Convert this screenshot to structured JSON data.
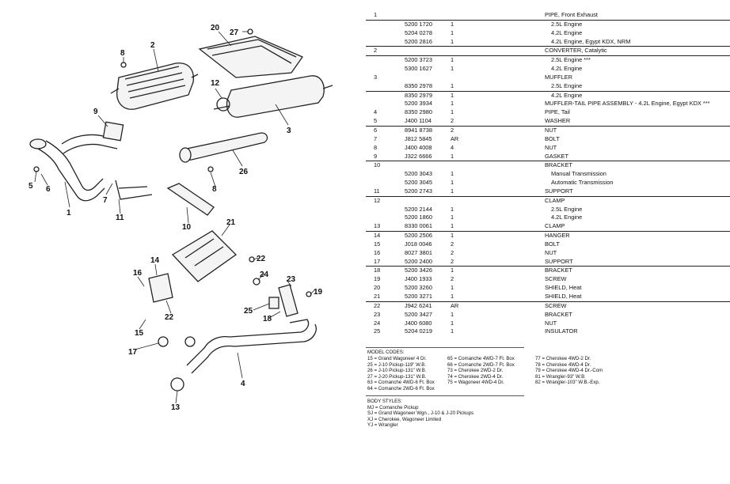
{
  "diagram": {
    "callouts": [
      "1",
      "2",
      "3",
      "4",
      "5",
      "6",
      "7",
      "8",
      "8",
      "9",
      "10",
      "11",
      "12",
      "13",
      "14",
      "15",
      "16",
      "17",
      "18",
      "19",
      "20",
      "21",
      "22",
      "22",
      "23",
      "24",
      "25",
      "26",
      "27"
    ]
  },
  "parts": [
    {
      "item": "1",
      "pn": "",
      "qty": "",
      "desc": "PIPE, Front Exhaust",
      "indent": 0,
      "rule": false
    },
    {
      "item": "",
      "pn": "5200 1720",
      "qty": "1",
      "desc": "2.5L Engine",
      "indent": 1,
      "rule": true
    },
    {
      "item": "",
      "pn": "5204 0278",
      "qty": "1",
      "desc": "4.2L Engine",
      "indent": 1,
      "rule": false
    },
    {
      "item": "",
      "pn": "5200 2816",
      "qty": "1",
      "desc": "4.2L Engine, Egypt KDX, NRM",
      "indent": 1,
      "rule": false
    },
    {
      "item": "2",
      "pn": "",
      "qty": "",
      "desc": "CONVERTER, Catalytic",
      "indent": 0,
      "rule": true
    },
    {
      "item": "",
      "pn": "5200 3723",
      "qty": "1",
      "desc": "2.5L Engine ***",
      "indent": 1,
      "rule": true
    },
    {
      "item": "",
      "pn": "5300 1627",
      "qty": "1",
      "desc": "4.2L Engine",
      "indent": 1,
      "rule": false
    },
    {
      "item": "3",
      "pn": "",
      "qty": "",
      "desc": "MUFFLER",
      "indent": 0,
      "rule": false
    },
    {
      "item": "",
      "pn": "8350 2978",
      "qty": "1",
      "desc": "2.5L Engine",
      "indent": 1,
      "rule": false
    },
    {
      "item": "",
      "pn": "8350 2979",
      "qty": "1",
      "desc": "4.2L Engine",
      "indent": 1,
      "rule": true
    },
    {
      "item": "",
      "pn": "5200 3934",
      "qty": "1",
      "desc": "MUFFLER-TAIL PIPE ASSEMBLY - 4.2L Engine, Egypt KDX ***",
      "indent": 0,
      "rule": false
    },
    {
      "item": "4",
      "pn": "8350 2980",
      "qty": "1",
      "desc": "PIPE, Tail",
      "indent": 0,
      "rule": false
    },
    {
      "item": "5",
      "pn": "J400 1104",
      "qty": "2",
      "desc": "WASHER",
      "indent": 0,
      "rule": false
    },
    {
      "item": "6",
      "pn": "8941 8738",
      "qty": "2",
      "desc": "NUT",
      "indent": 0,
      "rule": true
    },
    {
      "item": "7",
      "pn": "J812 5845",
      "qty": "AR",
      "desc": "BOLT",
      "indent": 0,
      "rule": false
    },
    {
      "item": "8",
      "pn": "J400 4008",
      "qty": "4",
      "desc": "NUT",
      "indent": 0,
      "rule": false
    },
    {
      "item": "9",
      "pn": "J322 6666",
      "qty": "1",
      "desc": "GASKET",
      "indent": 0,
      "rule": false
    },
    {
      "item": "10",
      "pn": "",
      "qty": "",
      "desc": "BRACKET",
      "indent": 0,
      "rule": true
    },
    {
      "item": "",
      "pn": "5200 3043",
      "qty": "1",
      "desc": "Manual Transmission",
      "indent": 1,
      "rule": false
    },
    {
      "item": "",
      "pn": "5200 3045",
      "qty": "1",
      "desc": "Automatic Transmission",
      "indent": 1,
      "rule": false
    },
    {
      "item": "11",
      "pn": "5200 2743",
      "qty": "1",
      "desc": "SUPPORT",
      "indent": 0,
      "rule": false
    },
    {
      "item": "12",
      "pn": "",
      "qty": "",
      "desc": "CLAMP",
      "indent": 0,
      "rule": true
    },
    {
      "item": "",
      "pn": "5200 2144",
      "qty": "1",
      "desc": "2.5L Engine",
      "indent": 1,
      "rule": false
    },
    {
      "item": "",
      "pn": "5200 1860",
      "qty": "1",
      "desc": "4.2L Engine",
      "indent": 1,
      "rule": false
    },
    {
      "item": "13",
      "pn": "8330 0061",
      "qty": "1",
      "desc": "CLAMP",
      "indent": 0,
      "rule": false
    },
    {
      "item": "14",
      "pn": "5200 2506",
      "qty": "1",
      "desc": "HANGER",
      "indent": 0,
      "rule": true
    },
    {
      "item": "15",
      "pn": "J018 0046",
      "qty": "2",
      "desc": "BOLT",
      "indent": 0,
      "rule": false
    },
    {
      "item": "16",
      "pn": "8027 3801",
      "qty": "2",
      "desc": "NUT",
      "indent": 0,
      "rule": false
    },
    {
      "item": "17",
      "pn": "5200 2400",
      "qty": "2",
      "desc": "SUPPORT",
      "indent": 0,
      "rule": false
    },
    {
      "item": "18",
      "pn": "5200 3426",
      "qty": "1",
      "desc": "BRACKET",
      "indent": 0,
      "rule": true
    },
    {
      "item": "19",
      "pn": "J400 1933",
      "qty": "2",
      "desc": "SCREW",
      "indent": 0,
      "rule": false
    },
    {
      "item": "20",
      "pn": "5200 3260",
      "qty": "1",
      "desc": "SHIELD, Heat",
      "indent": 0,
      "rule": false
    },
    {
      "item": "21",
      "pn": "5200 3271",
      "qty": "1",
      "desc": "SHIELD, Heat",
      "indent": 0,
      "rule": false
    },
    {
      "item": "22",
      "pn": "J942 6241",
      "qty": "AR",
      "desc": "SCREW",
      "indent": 0,
      "rule": true
    },
    {
      "item": "23",
      "pn": "5200 3427",
      "qty": "1",
      "desc": "BRACKET",
      "indent": 0,
      "rule": false
    },
    {
      "item": "24",
      "pn": "J400 6080",
      "qty": "1",
      "desc": "NUT",
      "indent": 0,
      "rule": false
    },
    {
      "item": "25",
      "pn": "5204 0219",
      "qty": "1",
      "desc": "INSULATOR",
      "indent": 0,
      "rule": false
    }
  ],
  "model_codes": {
    "title": "MODEL CODES:",
    "col1": [
      "15 = Grand Wagoneer 4 Dr.",
      "25 = J-10 Pickup-119\" W.B.",
      "26 = J-10 Pickup-131\" W.B.",
      "27 = J-20 Pickup-131\" W.B.",
      "63 = Comanche 4WD-6 Ft. Box",
      "64 = Comanche 2WD-6 Ft. Box"
    ],
    "col2": [
      "65 = Comanche 4WD-7 Ft. Box",
      "66 = Comanche 2WD-7 Ft. Box",
      "73 = Cherokee 2WD-2 Dr.",
      "74 = Cherokee 2WD-4 Dr.",
      "75 = Wagoneer 4WD-4 Dr."
    ],
    "col3": [
      "77 = Cherokee 4WD-2 Dr.",
      "78 = Cherokee 4WD-4 Dr.",
      "79 = Cherokee 4WD-4 Dr.-Com",
      "81 = Wrangler-93\" W.B.",
      "82 = Wrangler-103\" W.B.-Exp."
    ]
  },
  "body_styles": {
    "title": "BODY STYLES:",
    "items": [
      "MJ = Comanche Pickup",
      "SJ = Grand Wagoneer Wgn., J-10 & J-20 Pickups",
      "XJ = Cherokee, Wagoneer Limited",
      "YJ = Wrangler"
    ]
  }
}
